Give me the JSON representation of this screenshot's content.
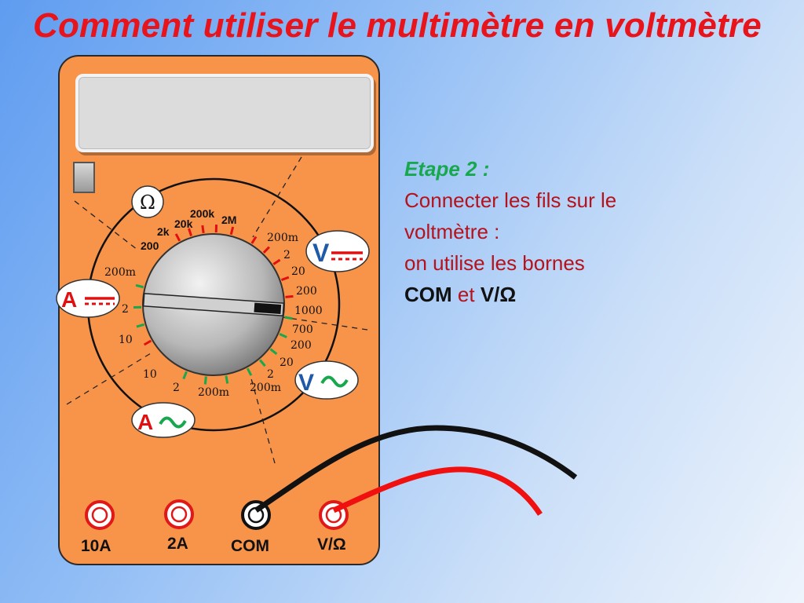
{
  "title": "Comment utiliser le multimètre en voltmètre",
  "instructions": {
    "step": "Etape 2 :",
    "line1": "Connecter les fils sur le",
    "line2": "voltmètre :",
    "line3": "on utilise les bornes",
    "term_com": "COM",
    "word_et": "et",
    "term_v": "V/Ω"
  },
  "dial": {
    "ohm_symbol": "Ω",
    "ohm_ranges": [
      "200",
      "2k",
      "20k",
      "200k",
      "2M"
    ],
    "vdc_ranges": [
      "200m",
      "2",
      "20",
      "200",
      "1000"
    ],
    "vac_ranges": [
      "700",
      "200",
      "20",
      "2",
      "200m"
    ],
    "aac_ranges": [
      "200m",
      "2",
      "10"
    ],
    "adc_ranges": [
      "200m",
      "2",
      "10"
    ]
  },
  "badges": {
    "vdc": "V",
    "vac": "V",
    "adc": "A",
    "aac": "A"
  },
  "terminals": [
    "10A",
    "2A",
    "COM",
    "V/Ω"
  ],
  "colors": {
    "title": "#e8141c",
    "step": "#17a84d",
    "text": "#b5121b",
    "meter_body": "#f7944a",
    "wire_black": "#111111",
    "wire_red": "#f01010"
  }
}
